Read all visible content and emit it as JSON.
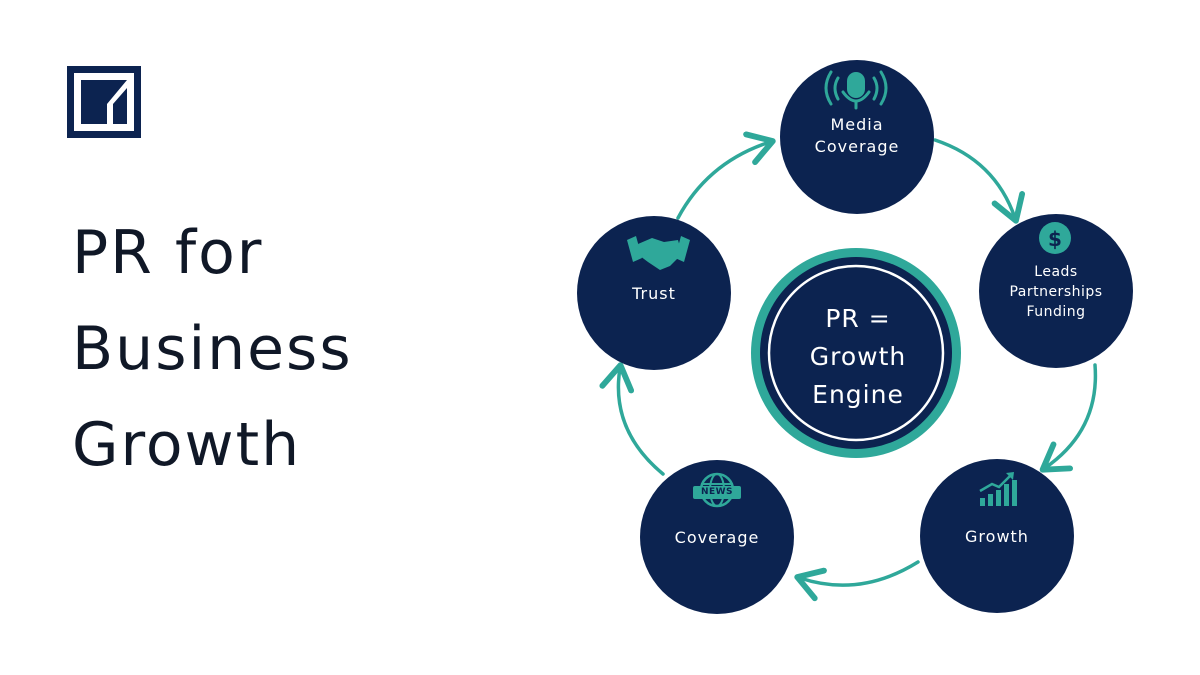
{
  "title": {
    "lines": [
      "PR for",
      "Business",
      "Growth"
    ]
  },
  "center": {
    "lines": [
      "PR =",
      "Growth",
      "Engine"
    ]
  },
  "nodes": [
    {
      "id": "media",
      "lines": [
        "Media",
        "Coverage"
      ],
      "icon": "podcast-microphone-icon"
    },
    {
      "id": "leads",
      "lines": [
        "Leads",
        "Partnerships",
        "Funding"
      ],
      "icon": "dollar-coin-icon"
    },
    {
      "id": "growth",
      "lines": [
        "Growth"
      ],
      "icon": "bar-chart-growth-icon"
    },
    {
      "id": "coverage",
      "lines": [
        "Coverage"
      ],
      "icon": "news-globe-icon",
      "icon_text": "NEWS"
    },
    {
      "id": "trust",
      "lines": [
        "Trust"
      ],
      "icon": "handshake-icon"
    }
  ],
  "colors": {
    "navy": "#0c2350",
    "teal": "#2fa89a",
    "text": "#101827",
    "white": "#ffffff"
  }
}
